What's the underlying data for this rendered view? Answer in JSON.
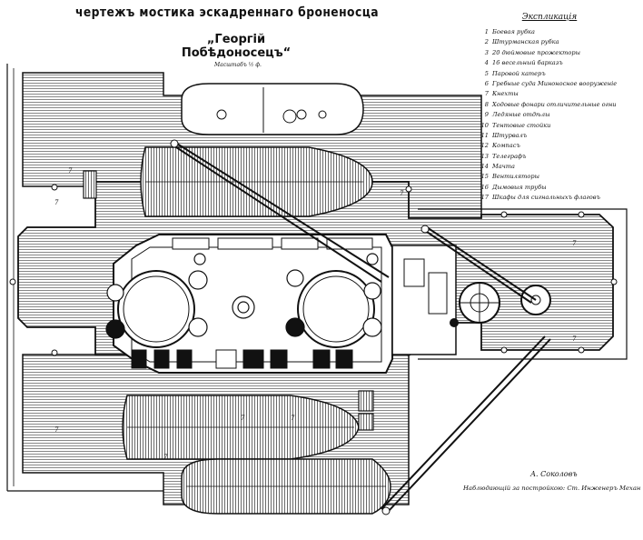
{
  "title": "чертежъ мостика эскадреннаго броненосца",
  "subtitle": "„Георгій Побѣдоносецъ“",
  "scale_note": "Масштабъ ½ ф.",
  "legend": {
    "title": "Экспликація",
    "items": [
      {
        "num": "1",
        "text": "Боевая рубка"
      },
      {
        "num": "2",
        "text": "Штурманская рубка"
      },
      {
        "num": "3",
        "text": "20 дюймовые прожекторы"
      },
      {
        "num": "4",
        "text": "16 весельный барказъ"
      },
      {
        "num": "5",
        "text": "Паровой катеръ"
      },
      {
        "num": "6",
        "text": "Гребные суда Миноносное вооруженіе"
      },
      {
        "num": "7",
        "text": "Кнехты"
      },
      {
        "num": "8",
        "text": "Ходовые фонари отличительные огни"
      },
      {
        "num": "9",
        "text": "Ледяные отдѣлы"
      },
      {
        "num": "10",
        "text": "Тентовые стойки"
      },
      {
        "num": "11",
        "text": "Штурвалъ"
      },
      {
        "num": "12",
        "text": "Компасъ"
      },
      {
        "num": "13",
        "text": "Телеграфъ"
      },
      {
        "num": "14",
        "text": "Мачта"
      },
      {
        "num": "15",
        "text": "Вентиляторы"
      },
      {
        "num": "16",
        "text": "Дымовыя трубы"
      },
      {
        "num": "17",
        "text": "Шкафы для сигнальныхъ флаговъ"
      }
    ]
  },
  "signature": "А. Соколовъ",
  "approval_note": "Наблюдающій за постройкою: Ст. Инженеръ Механикъ"
}
